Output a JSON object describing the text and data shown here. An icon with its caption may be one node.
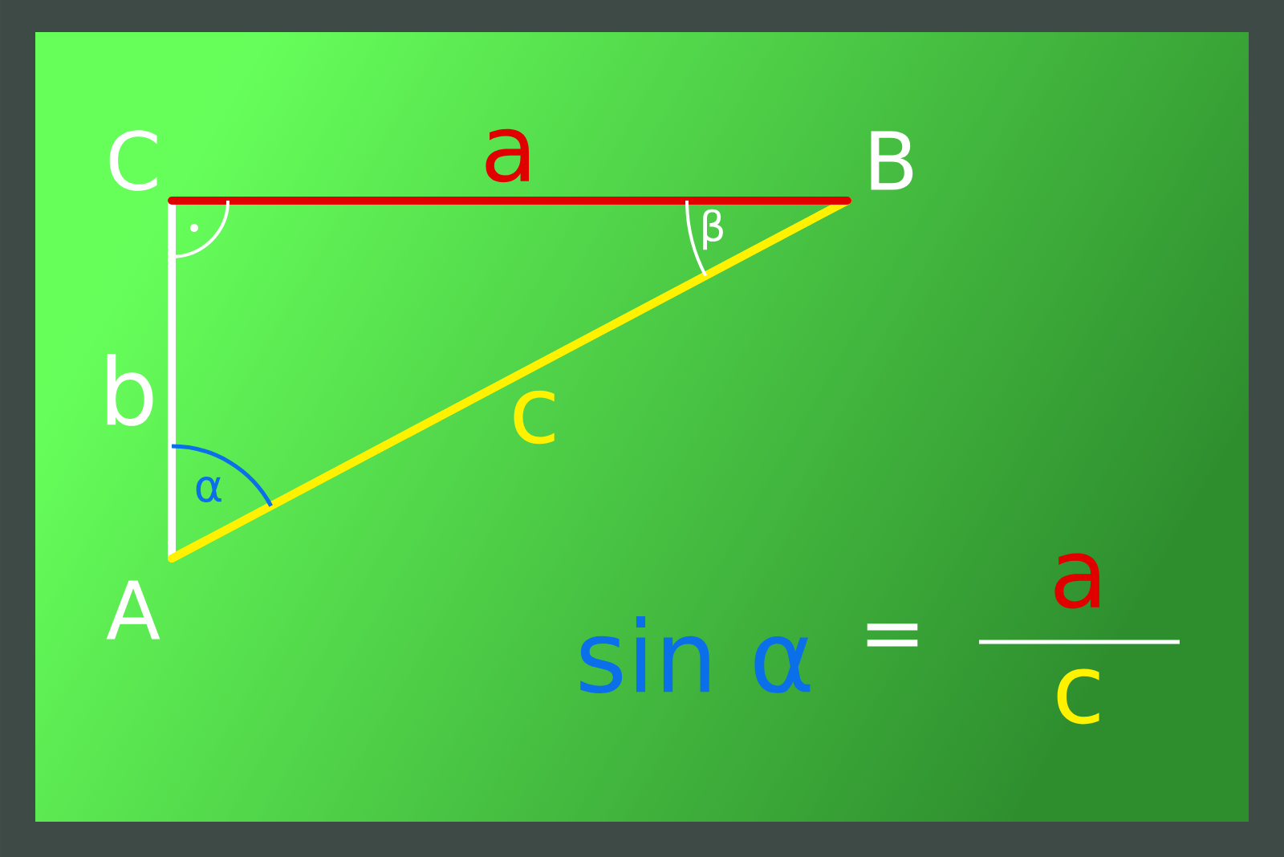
{
  "diagram": {
    "labels": [
      "C",
      "a",
      "B",
      "β",
      "b",
      "c",
      "α",
      "A",
      "sin α",
      "=",
      "a",
      "c"
    ]
  }
}
